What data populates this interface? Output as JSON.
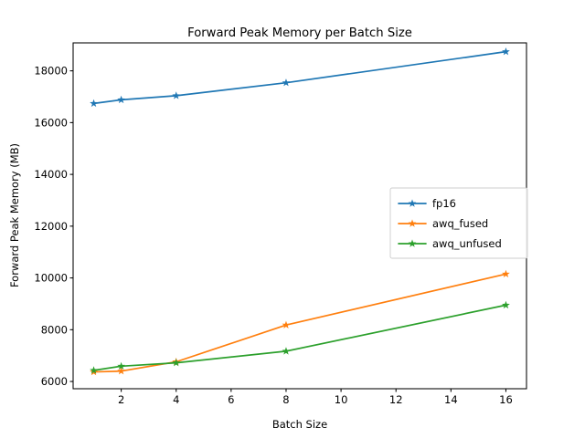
{
  "chart_data": {
    "type": "line",
    "title": "Forward Peak Memory per Batch Size",
    "xlabel": "Batch Size",
    "ylabel": "Forward Peak Memory (MB)",
    "x": [
      1,
      2,
      4,
      8,
      16
    ],
    "xlim": [
      0.25,
      16.75
    ],
    "ylim": [
      5720,
      19080
    ],
    "xticks": [
      2,
      4,
      6,
      8,
      10,
      12,
      14,
      16
    ],
    "xtick_labels": [
      "2",
      "4",
      "6",
      "8",
      "10",
      "12",
      "14",
      "16"
    ],
    "yticks": [
      6000,
      8000,
      10000,
      12000,
      14000,
      16000,
      18000
    ],
    "ytick_labels": [
      "6000",
      "8000",
      "10000",
      "12000",
      "14000",
      "16000",
      "18000"
    ],
    "grid": false,
    "legend_position": "center right",
    "marker": "star",
    "series": [
      {
        "name": "fp16",
        "color": "#1f77b4",
        "values": [
          16740,
          16880,
          17040,
          17540,
          18740
        ]
      },
      {
        "name": "awq_fused",
        "color": "#ff7f0e",
        "values": [
          6370,
          6400,
          6760,
          8180,
          10150
        ]
      },
      {
        "name": "awq_unfused",
        "color": "#2ca02c",
        "values": [
          6430,
          6590,
          6720,
          7170,
          8950
        ]
      }
    ]
  },
  "legend": {
    "entries": [
      "fp16",
      "awq_fused",
      "awq_unfused"
    ]
  }
}
